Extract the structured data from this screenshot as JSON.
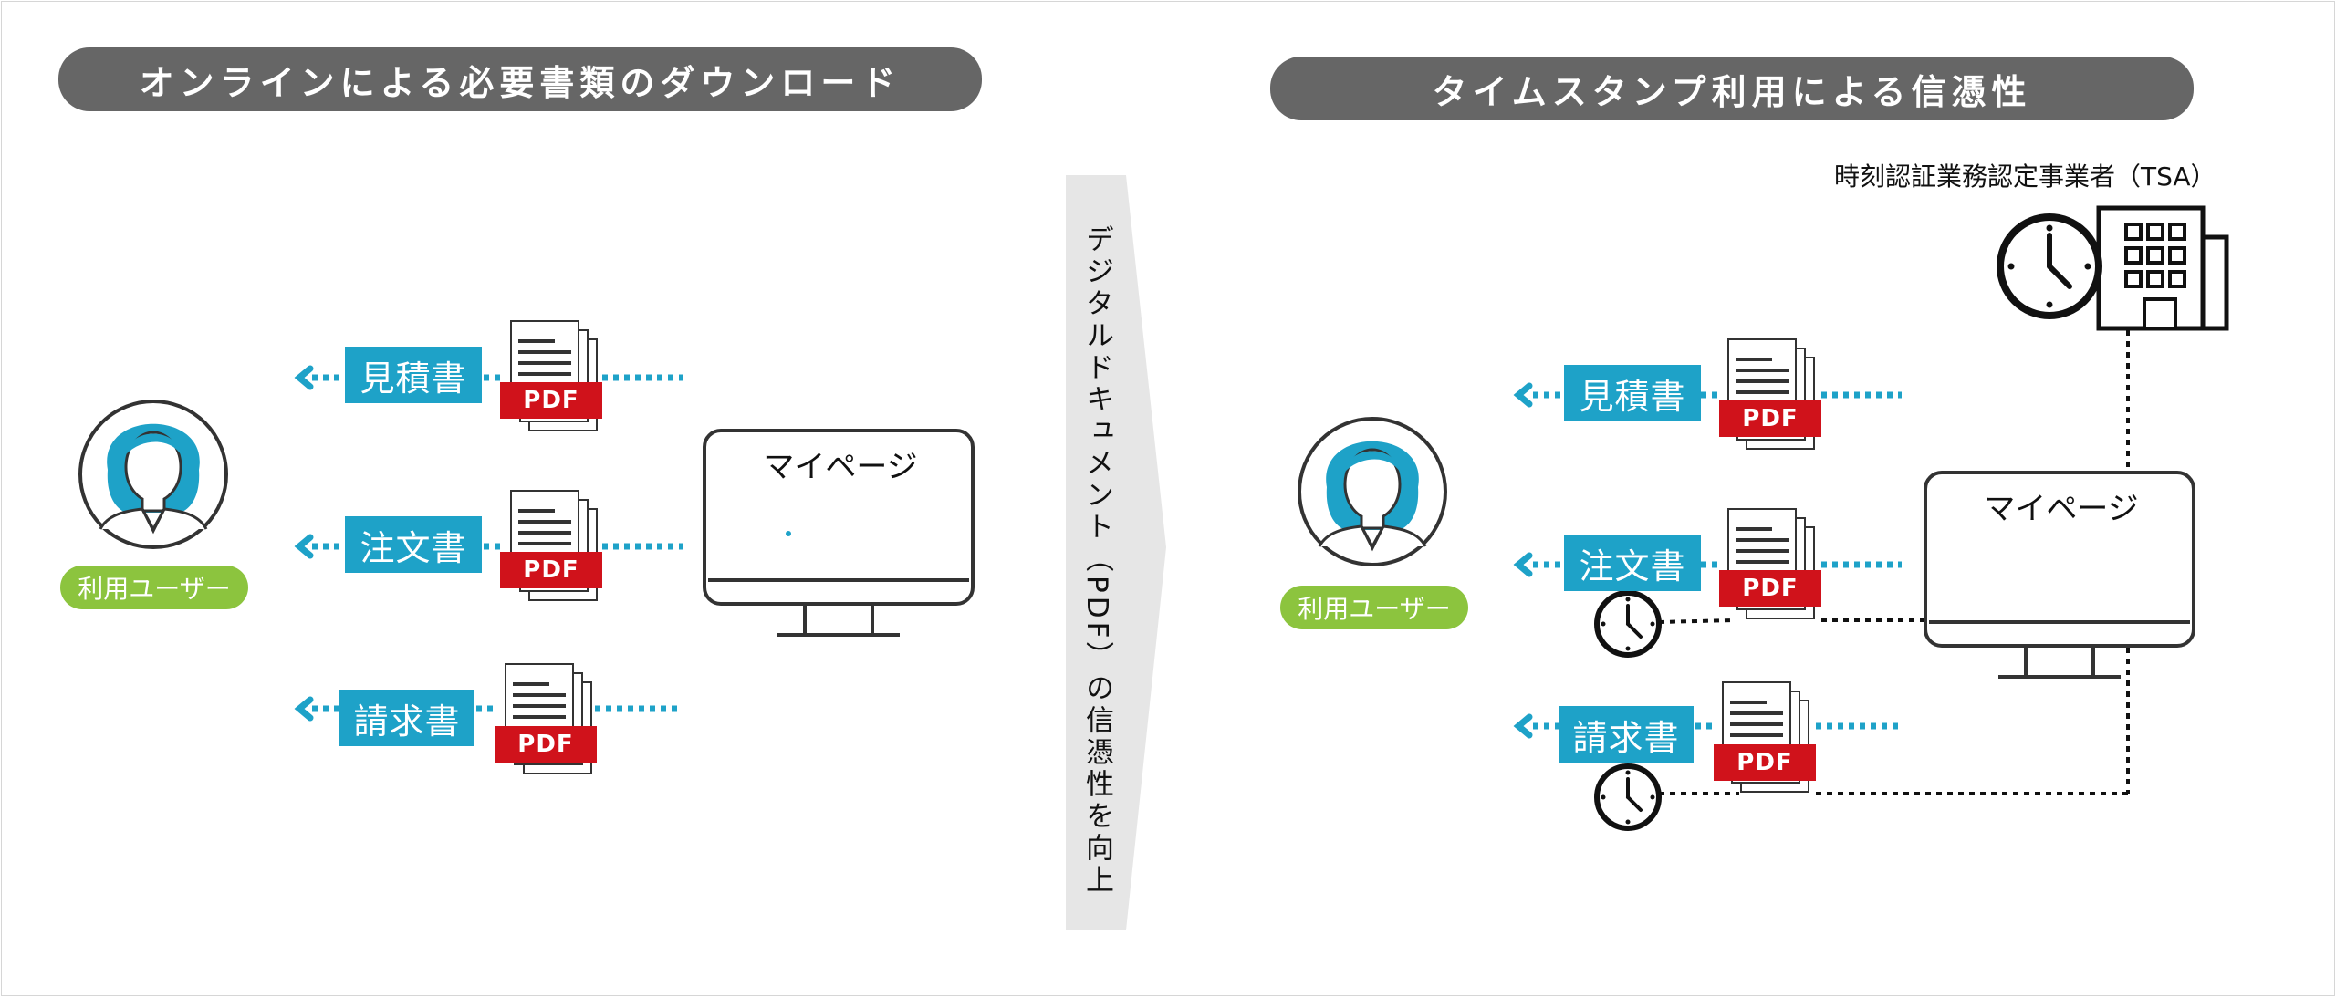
{
  "left": {
    "title": "オンラインによる必要書類のダウンロード",
    "user_label": "利用ユーザー",
    "documents": [
      "見積書",
      "注文書",
      "請求書"
    ],
    "pdf_label": "PDF",
    "screen_label": "マイページ"
  },
  "center": {
    "arrow_text": "デジタルドキュメント（PDF）の信憑性を向上"
  },
  "right": {
    "title": "タイムスタンプ利用による信憑性",
    "tsa_label": "時刻認証業務認定事業者（TSA）",
    "user_label": "利用ユーザー",
    "documents": [
      "見積書",
      "注文書",
      "請求書"
    ],
    "pdf_label": "PDF",
    "screen_label": "マイページ"
  },
  "colors": {
    "title_bg": "#666666",
    "doc_label": "#1ea2c8",
    "user_label": "#8cc43e",
    "pdf": "#d0121b",
    "arrow": "#e6e6e6"
  },
  "icons": [
    "user-avatar-icon",
    "document-stack-icon",
    "monitor-icon",
    "clock-icon",
    "building-icon",
    "left-arrow-icon"
  ]
}
